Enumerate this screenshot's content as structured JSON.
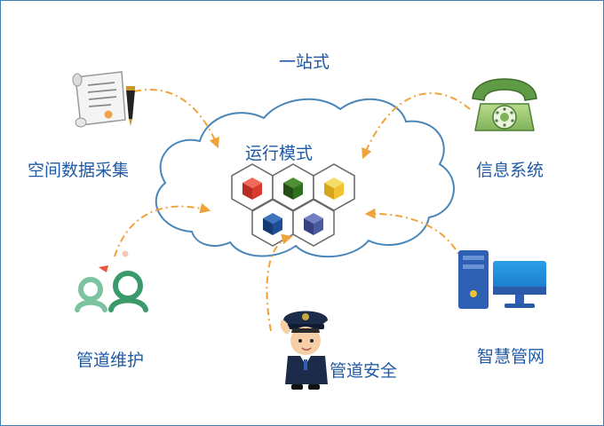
{
  "diagram": {
    "top_label": "一站式",
    "center_label": "运行模式",
    "nodes": {
      "left": "空间数据采集",
      "right": "信息系统",
      "bottom_left": "管道维护",
      "bottom_center": "管道安全",
      "bottom_right": "智慧管网"
    },
    "colors": {
      "label_text": "#1f5aa6",
      "border": "#3f7fb3",
      "cloud_outline": "#4a86b8",
      "arrow": "#f0a33a",
      "cube_red": "#d83a2e",
      "cube_green": "#2f6f1f",
      "cube_yellow": "#f1c232",
      "cube_blue": "#1f4e96",
      "cube_slate": "#4b5aa0"
    },
    "icons": {
      "left": "document-pen-icon",
      "right": "telephone-icon",
      "bottom_left": "people-chat-icon",
      "bottom_center": "police-officer-icon",
      "bottom_right": "computer-icon"
    }
  }
}
